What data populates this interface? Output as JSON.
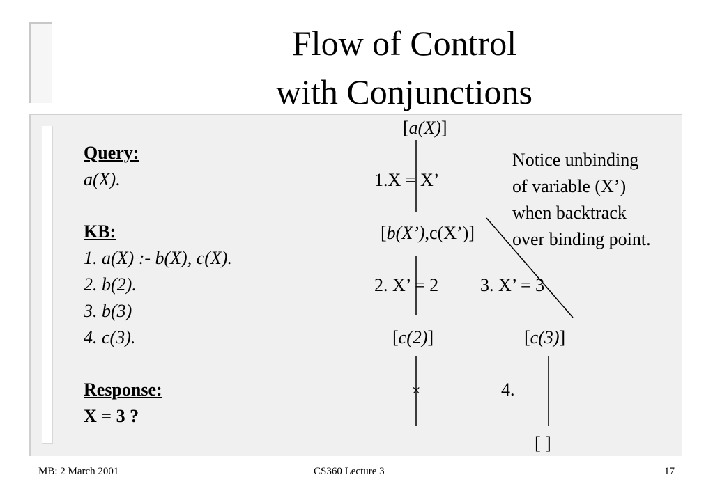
{
  "title": {
    "line1": "Flow of Control",
    "line2": "with Conjunctions"
  },
  "left": {
    "query_heading": "Query:",
    "query": "a(X).",
    "kb_heading": "KB:",
    "kb": [
      "1. a(X) :- b(X), c(X).",
      "2. b(2).",
      "3. b(3)",
      "4. c(3)."
    ],
    "response_heading": "Response:",
    "response": "X = 3 ?"
  },
  "tree": {
    "root": {
      "open": "[",
      "goal": "a(X)",
      "close": "]"
    },
    "binding1": "1.X = X’",
    "node2": {
      "open": "[",
      "goal_italic": "b(X’)",
      "rest": ",c(X’)]"
    },
    "binding2": "2. X’ = 2",
    "binding3": "3. X’ = 3",
    "node3a": {
      "open": "[",
      "goal": "c(2)",
      "close": "]"
    },
    "node3b": {
      "open": "[",
      "goal": "c(3)",
      "close": "]"
    },
    "fail_mark": "×",
    "rule4": "4.",
    "success": "[ ]"
  },
  "note": [
    "Notice unbinding",
    "of variable (X’)",
    "when backtrack",
    "over binding point."
  ],
  "footer": {
    "left": "MB: 2 March 2001",
    "center": "CS360 Lecture 3",
    "page": "17"
  }
}
